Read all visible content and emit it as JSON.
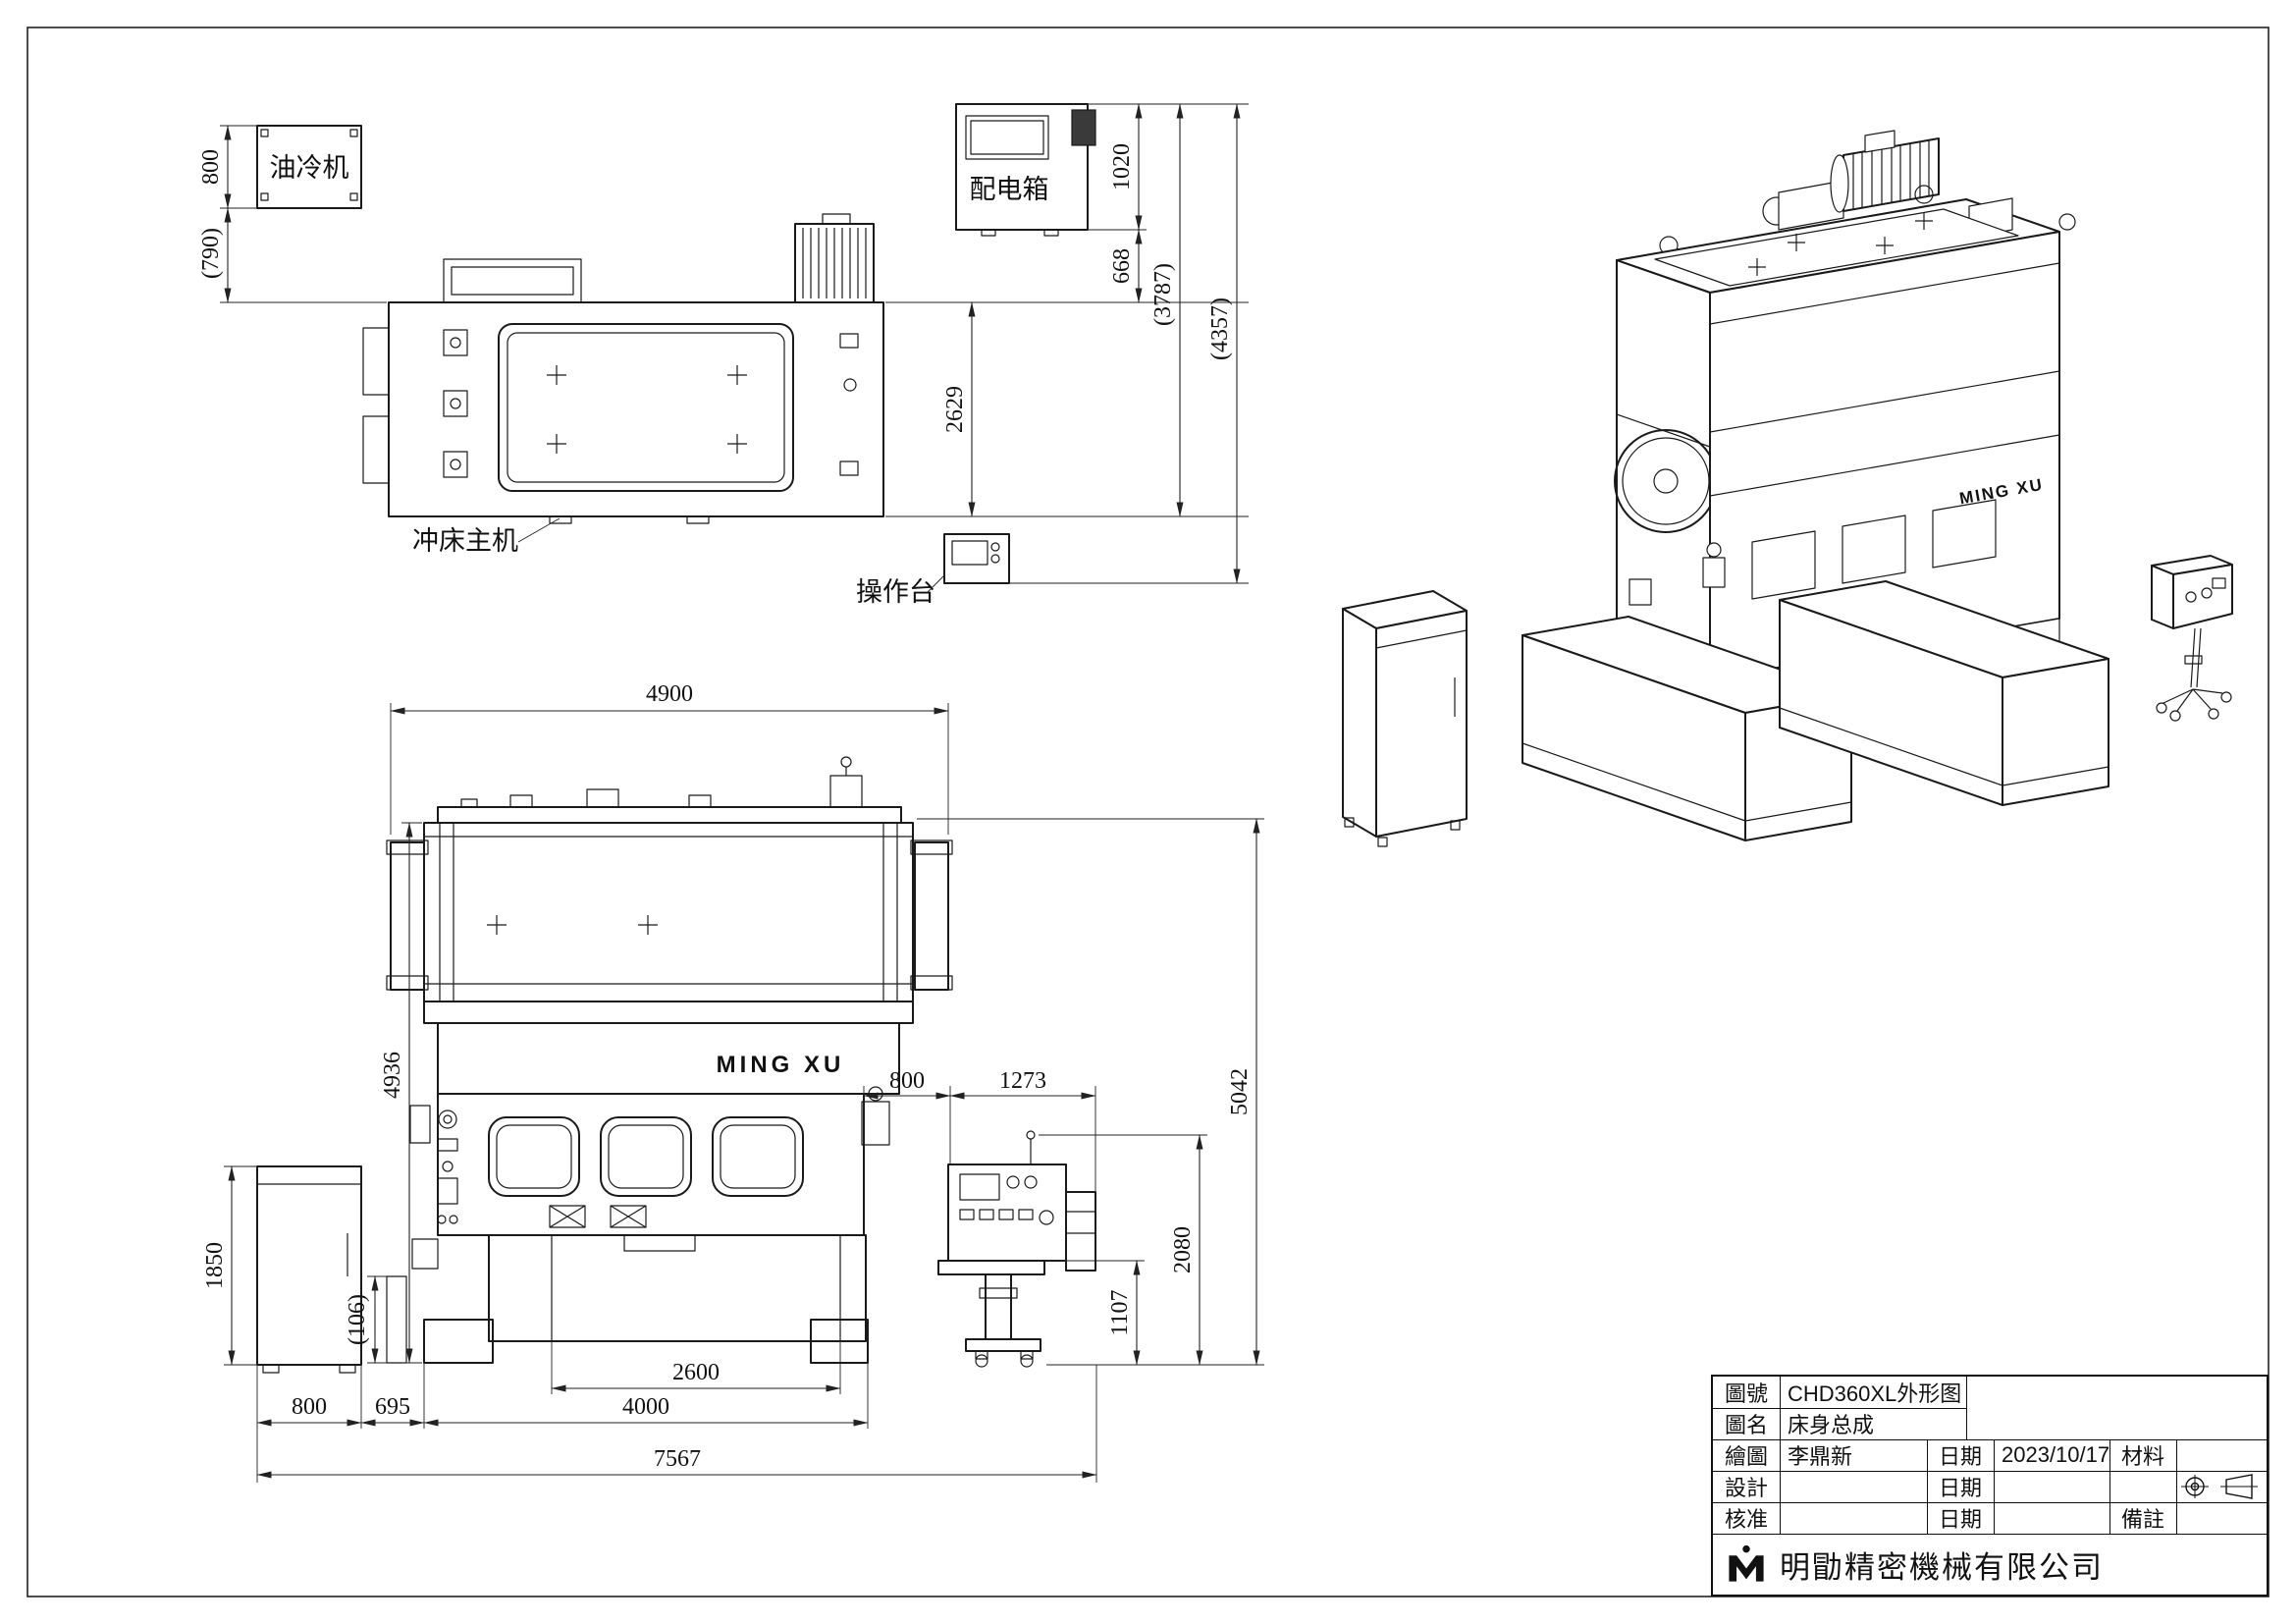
{
  "sheet": {
    "line_color": "#1a1a1a",
    "background": "#ffffff"
  },
  "top_view": {
    "labels": {
      "oil_cooler": "油冷机",
      "power_box": "配电箱",
      "press_main": "冲床主机",
      "console": "操作台"
    },
    "dims": {
      "d800": "800",
      "d790": "(790)",
      "d1020": "1020",
      "d668": "668",
      "d2629": "2629",
      "d3787": "(3787)",
      "d4357": "(4357)"
    }
  },
  "front_view": {
    "brand": "MING XU",
    "dims": {
      "d4900": "4900",
      "d4936": "4936",
      "d1850": "1850",
      "d106": "(106)",
      "d800_left": "800",
      "d695": "695",
      "d2600": "2600",
      "d4000": "4000",
      "d7567": "7567",
      "d800_console": "800",
      "d1273": "1273",
      "d2080": "2080",
      "d1107": "1107",
      "d5042": "5042"
    }
  },
  "iso_view": {
    "brand": "MING XU"
  },
  "title_block": {
    "drawing_no_label": "圖號",
    "drawing_no": "CHD360XL外形图",
    "drawing_name_label": "圖名",
    "drawing_name": "床身总成",
    "drawn_label": "繪圖",
    "drawn_by": "李鼎新",
    "date_label1": "日期",
    "drawn_date": "2023/10/17",
    "material_label": "材料",
    "design_label": "設計",
    "date_label2": "日期",
    "approve_label": "核准",
    "date_label3": "日期",
    "remark_label": "備註",
    "company": "明勖精密機械有限公司"
  }
}
